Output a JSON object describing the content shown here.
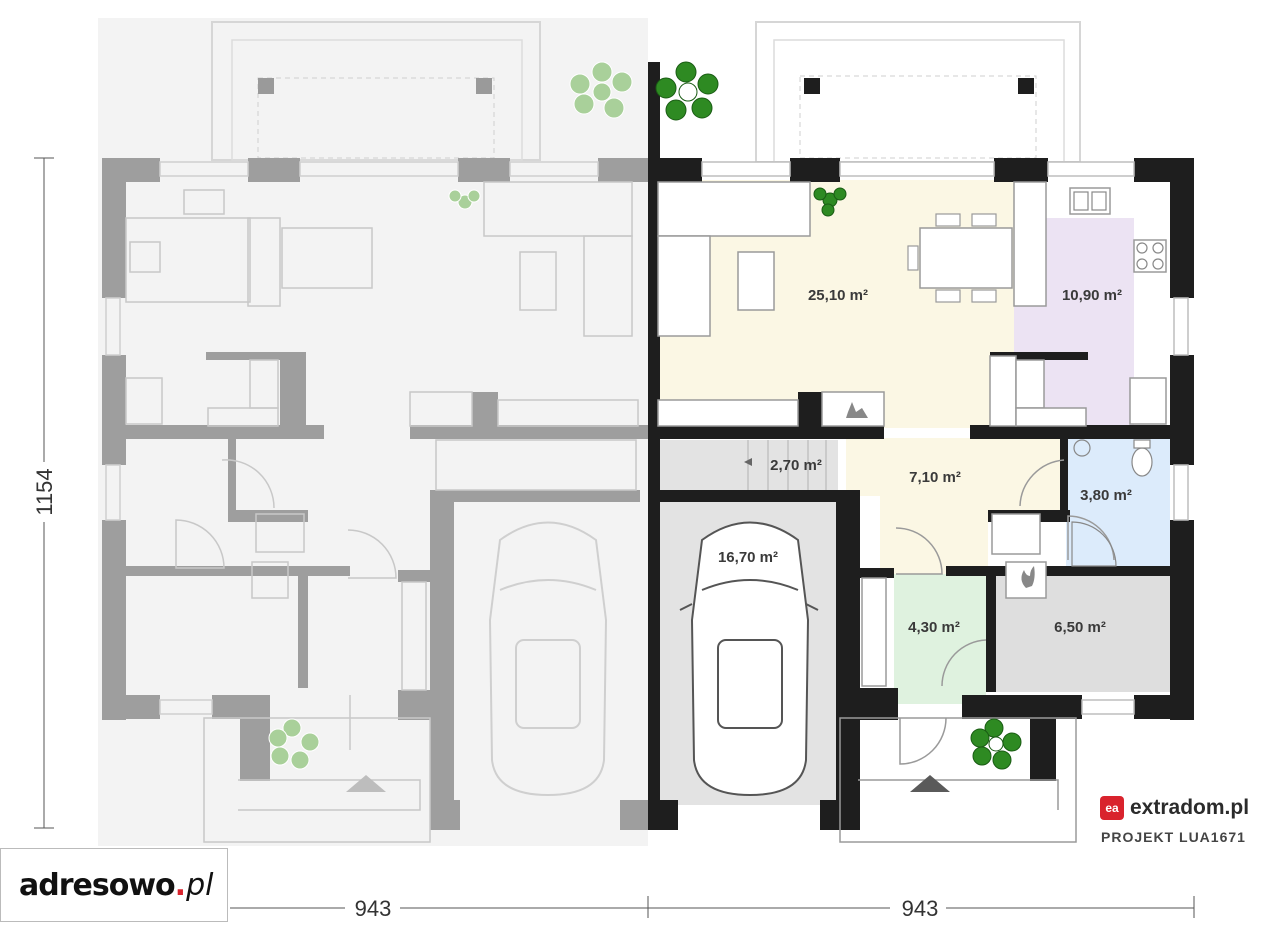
{
  "dimensions": {
    "height": "1154",
    "width_left": "943",
    "width_right": "943"
  },
  "rooms": [
    {
      "id": "living",
      "area": "25,10 m²",
      "color": "#fbf7e4"
    },
    {
      "id": "kitchen",
      "area": "10,90 m²",
      "color": "#ece3f3"
    },
    {
      "id": "stairs",
      "area": "2,70 m²",
      "color": "#fbf7e4"
    },
    {
      "id": "hall",
      "area": "7,10 m²",
      "color": "#fbf7e4"
    },
    {
      "id": "bathroom",
      "area": "3,80 m²",
      "color": "#dcebfb"
    },
    {
      "id": "garage",
      "area": "16,70 m²",
      "color": "#e3e3e3"
    },
    {
      "id": "vestibule",
      "area": "4,30 m²",
      "color": "#dff2df"
    },
    {
      "id": "boiler",
      "area": "6,50 m²",
      "color": "#dedede"
    }
  ],
  "watermark": {
    "main": "adresowo",
    "dot": ".",
    "tld": "pl"
  },
  "brand": {
    "icon": "ea",
    "name": "extradom.pl",
    "project": "PROJEKT LUA1671"
  },
  "icons": [
    "plant-icon",
    "car-icon",
    "stove-icon",
    "fireplace-icon",
    "boiler-icon",
    "sink-icon",
    "toilet-icon",
    "shower-icon",
    "entrance-arrow-icon"
  ]
}
